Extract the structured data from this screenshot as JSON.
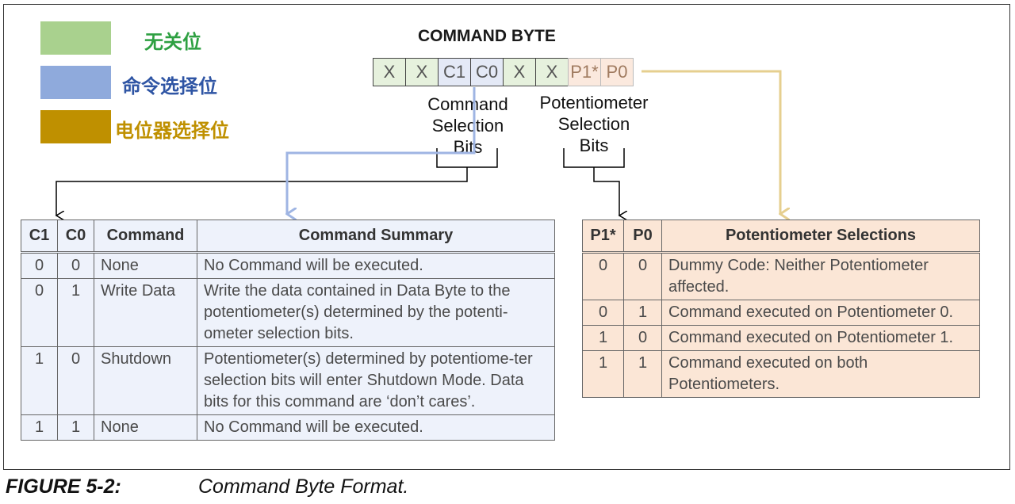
{
  "legend": [
    {
      "label": "无关位",
      "swatch_color": "#a9d18e",
      "text_color": "#2ea042"
    },
    {
      "label": "命令选择位",
      "swatch_color": "#8faadc",
      "text_color": "#2f55a4"
    },
    {
      "label": "电位器选择位",
      "swatch_color": "#bf9000",
      "text_color": "#bf9000"
    }
  ],
  "command_byte": {
    "title": "COMMAND BYTE",
    "bits": [
      {
        "label": "X",
        "group": "dont-care"
      },
      {
        "label": "X",
        "group": "dont-care"
      },
      {
        "label": "C1",
        "group": "command"
      },
      {
        "label": "C0",
        "group": "command"
      },
      {
        "label": "X",
        "group": "dont-care"
      },
      {
        "label": "X",
        "group": "dont-care"
      },
      {
        "label": "P1*",
        "group": "potentiometer"
      },
      {
        "label": "P0",
        "group": "potentiometer"
      }
    ],
    "command_bits_caption": [
      "Command",
      "Selection",
      "Bits"
    ],
    "potentiometer_bits_caption": [
      "Potentiometer",
      "Selection",
      "Bits"
    ]
  },
  "command_table": {
    "headers": [
      "C1",
      "C0",
      "Command",
      "Command Summary"
    ],
    "rows": [
      [
        "0",
        "0",
        "None",
        "No Command will be executed."
      ],
      [
        "0",
        "1",
        "Write Data",
        "Write the data contained in Data Byte to the potentiometer(s) determined by the potenti-ometer selection bits."
      ],
      [
        "1",
        "0",
        "Shutdown",
        "Potentiometer(s) determined by potentiome-ter selection bits will enter Shutdown Mode. Data bits for this command are ‘don’t cares’."
      ],
      [
        "1",
        "1",
        "None",
        "No Command will be executed."
      ]
    ]
  },
  "potentiometer_table": {
    "headers": [
      "P1*",
      "P0",
      "Potentiometer Selections"
    ],
    "rows": [
      [
        "0",
        "0",
        "Dummy Code: Neither Potentiometer affected."
      ],
      [
        "0",
        "1",
        "Command executed on Potentiometer 0."
      ],
      [
        "1",
        "0",
        "Command executed on Potentiometer 1."
      ],
      [
        "1",
        "1",
        "Command executed on both Potentiometers."
      ]
    ]
  },
  "figure_caption": {
    "number": "FIGURE 5-2:",
    "title": "Command Byte Format."
  },
  "colors": {
    "blue_arrow": "#9fb5e3",
    "tan_arrow": "#e6cf8f",
    "black_line": "#000000"
  }
}
